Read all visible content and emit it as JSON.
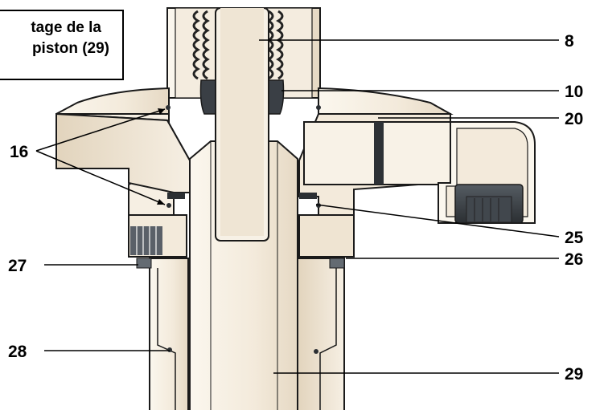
{
  "callout": {
    "line1": "tage de la",
    "line2": "piston (29)"
  },
  "labels": {
    "p8": "8",
    "p10": "10",
    "p20": "20",
    "p16": "16",
    "p25": "25",
    "p26": "26",
    "p27": "27",
    "p28": "28",
    "p29": "29"
  },
  "colors": {
    "part_fill": "#f6efe3",
    "part_shade": "#e4d7c2",
    "outline": "#1a1a1a",
    "dark_part": "#3a3f45",
    "leader": "#000000"
  }
}
